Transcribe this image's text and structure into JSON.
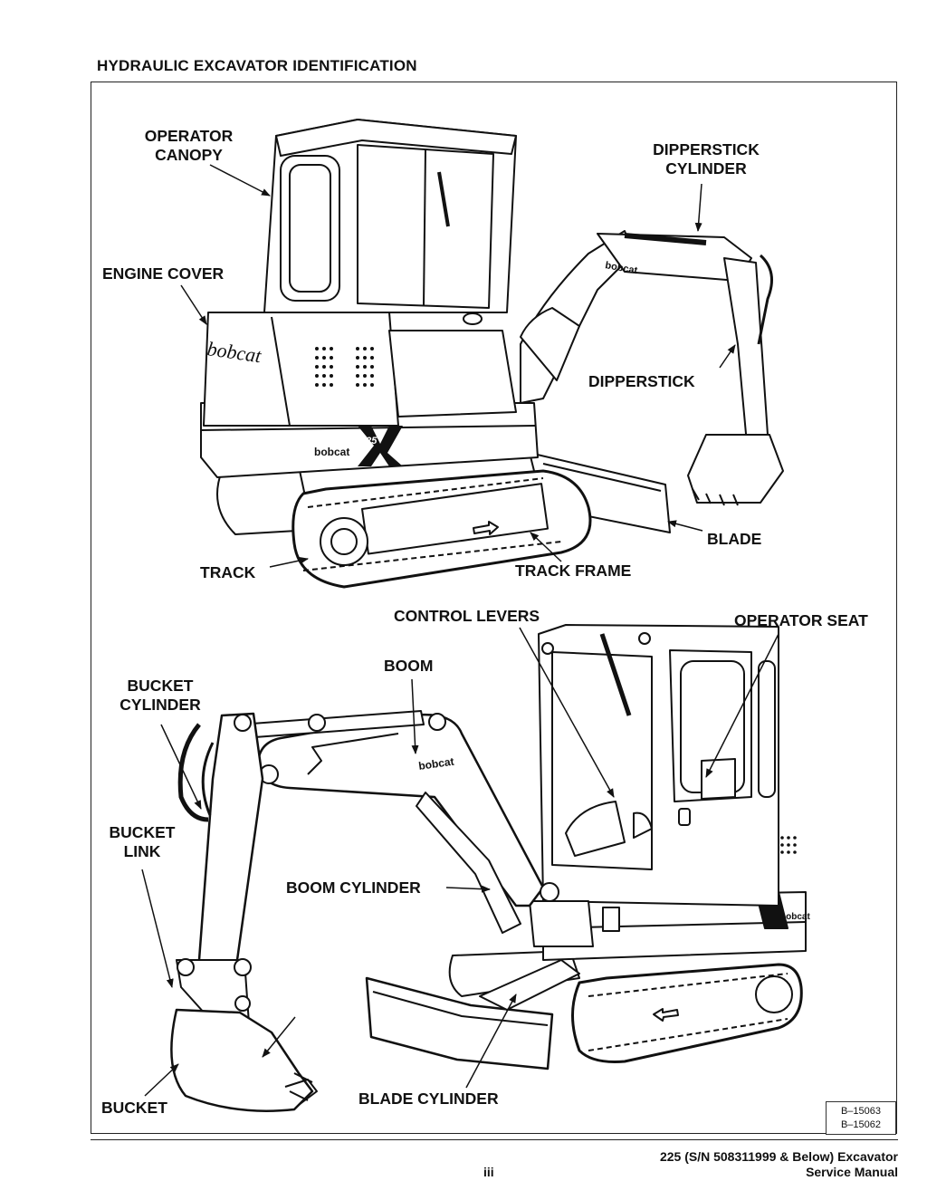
{
  "heading": "HYDRAULIC EXCAVATOR IDENTIFICATION",
  "labels": {
    "operator_canopy": [
      "OPERATOR",
      "CANOPY"
    ],
    "dipperstick_cylinder": [
      "DIPPERSTICK",
      "CYLINDER"
    ],
    "engine_cover": "ENGINE COVER",
    "dipperstick": "DIPPERSTICK",
    "blade": "BLADE",
    "track": "TRACK",
    "track_frame": "TRACK FRAME",
    "control_levers": "CONTROL LEVERS",
    "operator_seat": "OPERATOR SEAT",
    "boom": "BOOM",
    "bucket_cylinder": [
      "BUCKET",
      "CYLINDER"
    ],
    "bucket_link": [
      "BUCKET",
      "LINK"
    ],
    "boom_cylinder": "BOOM CYLINDER",
    "bucket": "BUCKET",
    "blade_cylinder": "BLADE CYLINDER"
  },
  "machine_decals": {
    "brand": "bobcat",
    "model": "225"
  },
  "figure_ids": [
    "B–15063",
    "B–15062"
  ],
  "footer": {
    "page_number": "iii",
    "title_line1": "225 (S/N 508311999 & Below) Excavator",
    "title_line2": "Service Manual"
  }
}
